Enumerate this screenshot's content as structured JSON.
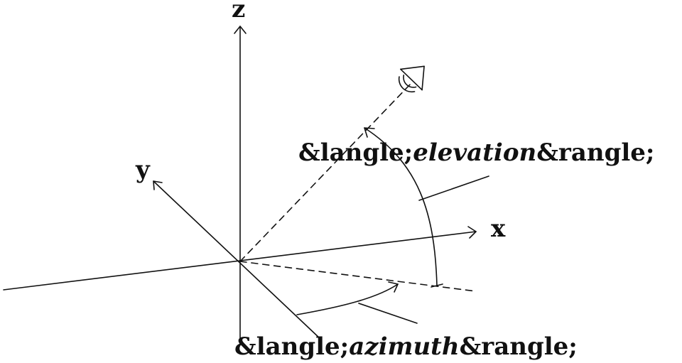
{
  "axes": {
    "x_label": "x",
    "y_label": "y",
    "z_label": "z"
  },
  "annotations": {
    "elevation": {
      "open": "&langle;",
      "word": "elevation",
      "close": "&rangle;"
    },
    "azimuth": {
      "open": "&langle;",
      "word": "azimuth",
      "close": "&rangle;"
    }
  },
  "icons": {
    "viewer": "eye-icon"
  },
  "colors": {
    "stroke": "#111111",
    "background": "#ffffff"
  }
}
